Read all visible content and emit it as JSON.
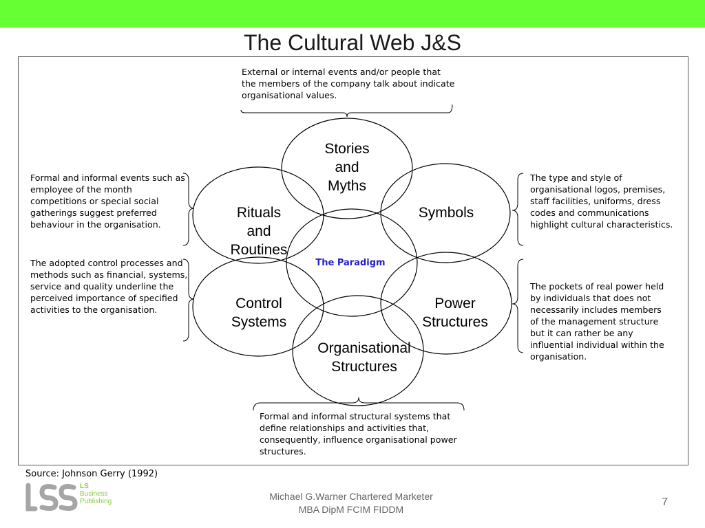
{
  "title": "The Cultural Web J&S",
  "descriptions": {
    "stories": "External or internal events and/or people that the members of the company talk about indicate organisational values.",
    "rituals": "Formal and informal events such as employee of the month competitions or special social gatherings suggest preferred behaviour in the organisation.",
    "control": "The adopted control processes and methods such as financial, systems, service and quality underline the perceived importance of specified activities to the organisation.",
    "symbols": "The type and style of organisational logos, premises, staff facilities, uniforms, dress codes and communications highlight cultural characteristics.",
    "power": "The pockets of real power held by individuals that does not necessarily includes members of the management structure but it can rather be any influential individual within the organisation.",
    "structures": "Formal and informal structural systems that define relationships and activities that, consequently, influence organisational power structures."
  },
  "nodes": {
    "stories": [
      "Stories",
      "and",
      "Myths"
    ],
    "rituals": [
      "Rituals",
      "and",
      "Routines"
    ],
    "symbols": [
      "Symbols"
    ],
    "control": [
      "Control",
      "Systems"
    ],
    "power": [
      "Power",
      "Structures"
    ],
    "organisational": [
      "Organisational",
      "Structures"
    ],
    "paradigm": "The Paradigm"
  },
  "colors": {
    "topbar": "#66ff33",
    "paradigm": "#2222cc",
    "logo_grey": "#a6a6a6",
    "logo_green": "#8cc63f"
  },
  "source": "Source: Johnson Gerry (1992)",
  "footer": {
    "line1": "Michael G.Warner Chartered Marketer",
    "line2": "MBA DipM FCIM FIDDM",
    "page": "7"
  },
  "logo": {
    "line1": "LS",
    "line2": "Business",
    "line3": "Publishing"
  }
}
